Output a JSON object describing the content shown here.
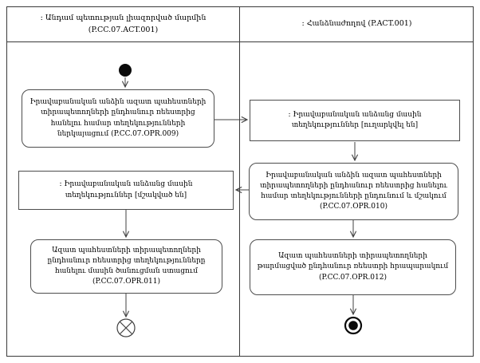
{
  "diagram": {
    "type": "uml-activity-swimlane",
    "lanes": [
      {
        "id": "member-state-authorized-body",
        "header": ": Անդամ պետության լիազորված մարմին (P.CC.07.ACT.001)"
      },
      {
        "id": "commission",
        "header": ": Հանձնաժողով (P.ACT.001)"
      }
    ],
    "nodes": {
      "initial": {
        "type": "initial-node",
        "lane": 0
      },
      "opr009": {
        "type": "action",
        "lane": 0,
        "label": "Իրավաբանական անձին ազատ պահեստների տիրապետողների ընդհանուր ռեեստրից հանելու համար տեղեկությունների ներկայացում (P.CC.07.OPR.009)"
      },
      "info_sent": {
        "type": "object",
        "lane": 1,
        "label": ": Իրավաբանական անձանց մասին տեղեկություններ [ուղարկվել են]"
      },
      "opr010": {
        "type": "action",
        "lane": 1,
        "label": "Իրավաբանական անձին ազատ պահեստների տիրապետողների ընդհանուր ռեեստրից հանելու համար տեղեկությունների ընդունում և մշակում (P.CC.07.OPR.010)"
      },
      "info_processed": {
        "type": "object",
        "lane": 0,
        "label": ": Իրավաբանական անձանց մասին տեղեկություններ [մշակված են]"
      },
      "opr011": {
        "type": "action",
        "lane": 0,
        "label": "Ազատ պահեստների տիրապետողների ընդհանուր ռեեստրից տեղեկությունները հանելու մասին ծանուցման ստացում (P.CC.07.OPR.011)"
      },
      "opr012": {
        "type": "action",
        "lane": 1,
        "label": "Ազատ պահեստների տիրապետողների թարմացված ընդհանուր ռեեստրի հրապարակում (P.CC.07.OPR.012)"
      },
      "flow_final": {
        "type": "flow-final-node",
        "lane": 0
      },
      "activity_final": {
        "type": "activity-final-node",
        "lane": 1
      }
    },
    "edges": [
      {
        "from": "initial",
        "to": "opr009"
      },
      {
        "from": "opr009",
        "to": "info_sent"
      },
      {
        "from": "info_sent",
        "to": "opr010"
      },
      {
        "from": "opr010",
        "to": "info_processed"
      },
      {
        "from": "info_processed",
        "to": "opr011"
      },
      {
        "from": "opr011",
        "to": "flow_final"
      },
      {
        "from": "opr010",
        "to": "opr012"
      },
      {
        "from": "opr012",
        "to": "activity_final"
      }
    ],
    "colors": {
      "line": "#404040",
      "box_border": "#4d4d4d",
      "background": "#ffffff",
      "text": "#000000"
    }
  }
}
